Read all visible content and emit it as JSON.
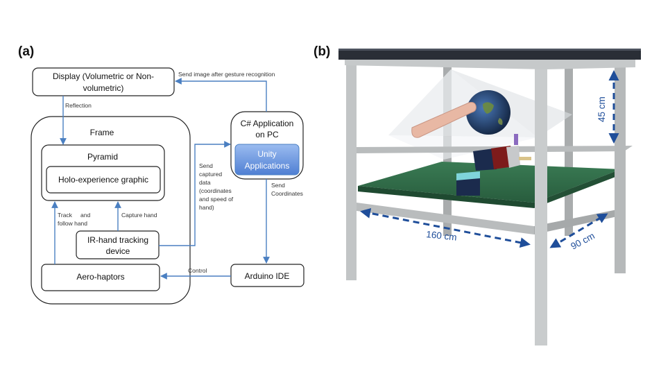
{
  "panel_a": {
    "label": "(a)",
    "display_box": {
      "line1": "Display (Volumetric or Non-",
      "line2": "volumetric)"
    },
    "frame_title": "Frame",
    "pyramid_title": "Pyramid",
    "graphic_box": "Holo-experience graphic",
    "ir_device": {
      "line1": "IR-hand tracking",
      "line2": "device"
    },
    "aero_haptors": "Aero-haptors",
    "csharp_app": {
      "line1": "C# Application",
      "line2": "on PC"
    },
    "unity": {
      "line1": "Unity",
      "line2": "Applications"
    },
    "arduino": "Arduino IDE",
    "edge_labels": {
      "send_image": "Send image after gesture recognition",
      "reflection": "Reflection",
      "send_captured": [
        "Send",
        "captured",
        "data",
        "(coordinates",
        "and speed of",
        "hand)"
      ],
      "send_coordinates": [
        "Send",
        "Coordinates"
      ],
      "track_follow": [
        "Track",
        "and",
        "follow hand"
      ],
      "capture_hand": "Capture hand",
      "control": "Control"
    },
    "colors": {
      "arrow": "#4a7fc1",
      "box_border": "#222222",
      "unity_fill": "#6b97dd"
    }
  },
  "panel_b": {
    "label": "(b)",
    "dimensions": {
      "length": "160 cm",
      "width": "90 cm",
      "height": "45 cm"
    },
    "colors": {
      "frame": "#b5b8b8",
      "board": "#2f6b47",
      "top": "#2a2e36",
      "dim_arrow": "#1f4e9a"
    }
  }
}
